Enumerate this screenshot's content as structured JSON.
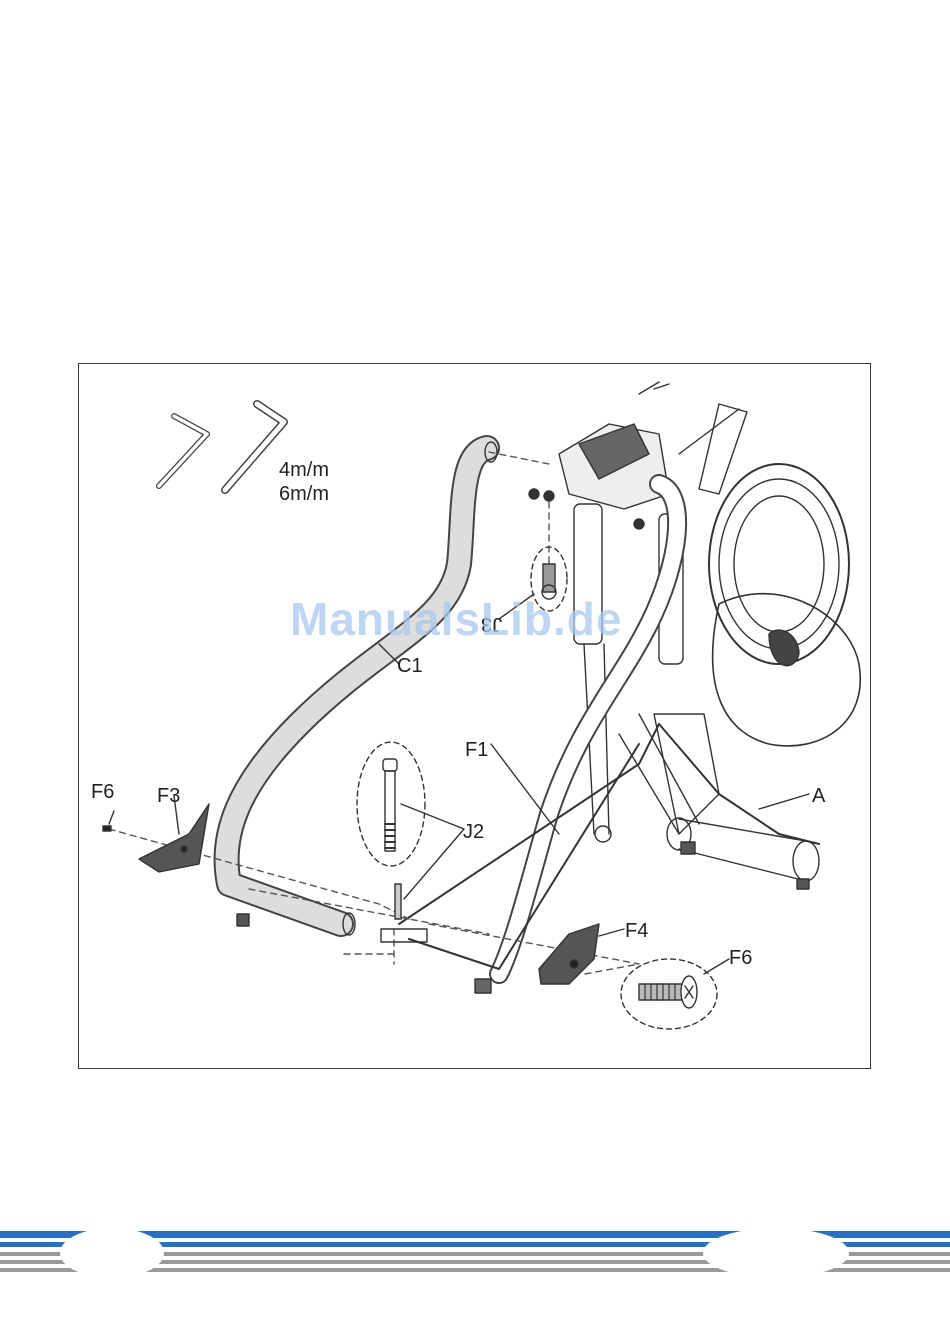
{
  "diagram": {
    "tool_sizes": [
      "4m/m",
      "6m/m"
    ],
    "part_labels": {
      "c1": "C1",
      "f1": "F1",
      "a": "A",
      "f6_left": "F6",
      "f3": "F3",
      "j2": "J2",
      "f4": "F4",
      "f6_right": "F6",
      "j3": "J3"
    }
  },
  "watermark": "ManualsLib.de",
  "colors": {
    "footer_blue": "#2a6fc0",
    "footer_gray": "#9a9a9a",
    "watermark": "#a9c8ef"
  }
}
